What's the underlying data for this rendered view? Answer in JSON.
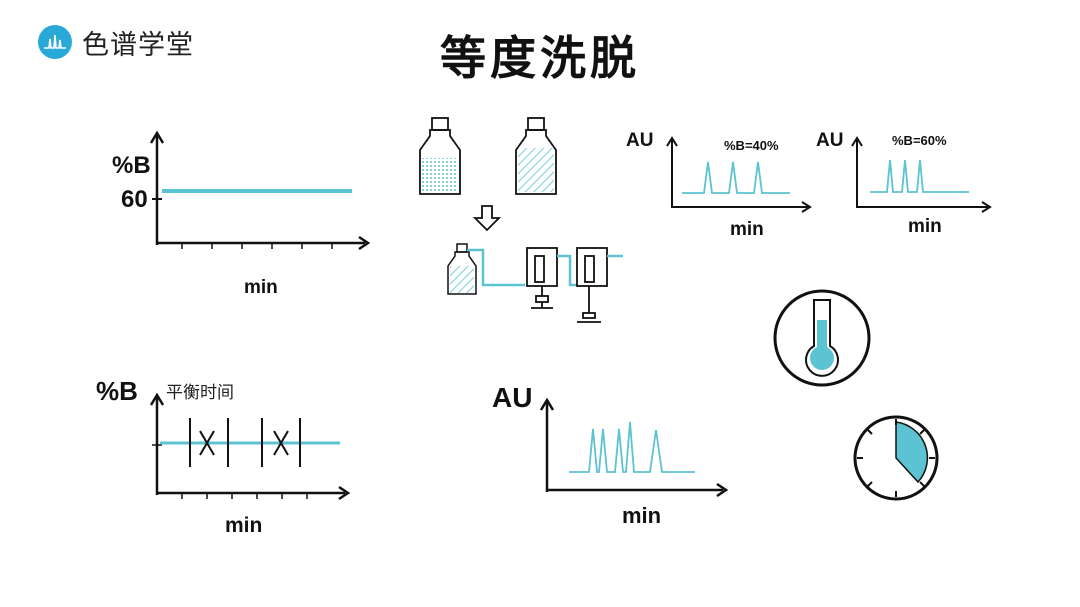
{
  "logo": {
    "text": "色谱学堂",
    "icon": "chromatogram-logo-icon"
  },
  "title": "等度洗脱",
  "panel_percent_b": {
    "ylabel": "%B",
    "value_label": "60",
    "xlabel": "min"
  },
  "panel_bottles": {
    "arrow": "down-arrow-icon"
  },
  "panel_chrom_40": {
    "ylabel": "AU",
    "annotation": "%B=40%",
    "xlabel": "min"
  },
  "panel_chrom_60": {
    "ylabel": "AU",
    "annotation": "%B=60%",
    "xlabel": "min"
  },
  "panel_equilibration": {
    "ylabel": "%B",
    "annotation": "平衡时间",
    "xlabel": "min"
  },
  "panel_chrom_bottom": {
    "ylabel": "AU",
    "xlabel": "min"
  },
  "icons": {
    "thermometer": "thermometer-icon",
    "timer": "timer-icon"
  },
  "colors": {
    "accent": "#5bc3d1",
    "logo": "#29a9d8",
    "ink": "#111111"
  }
}
